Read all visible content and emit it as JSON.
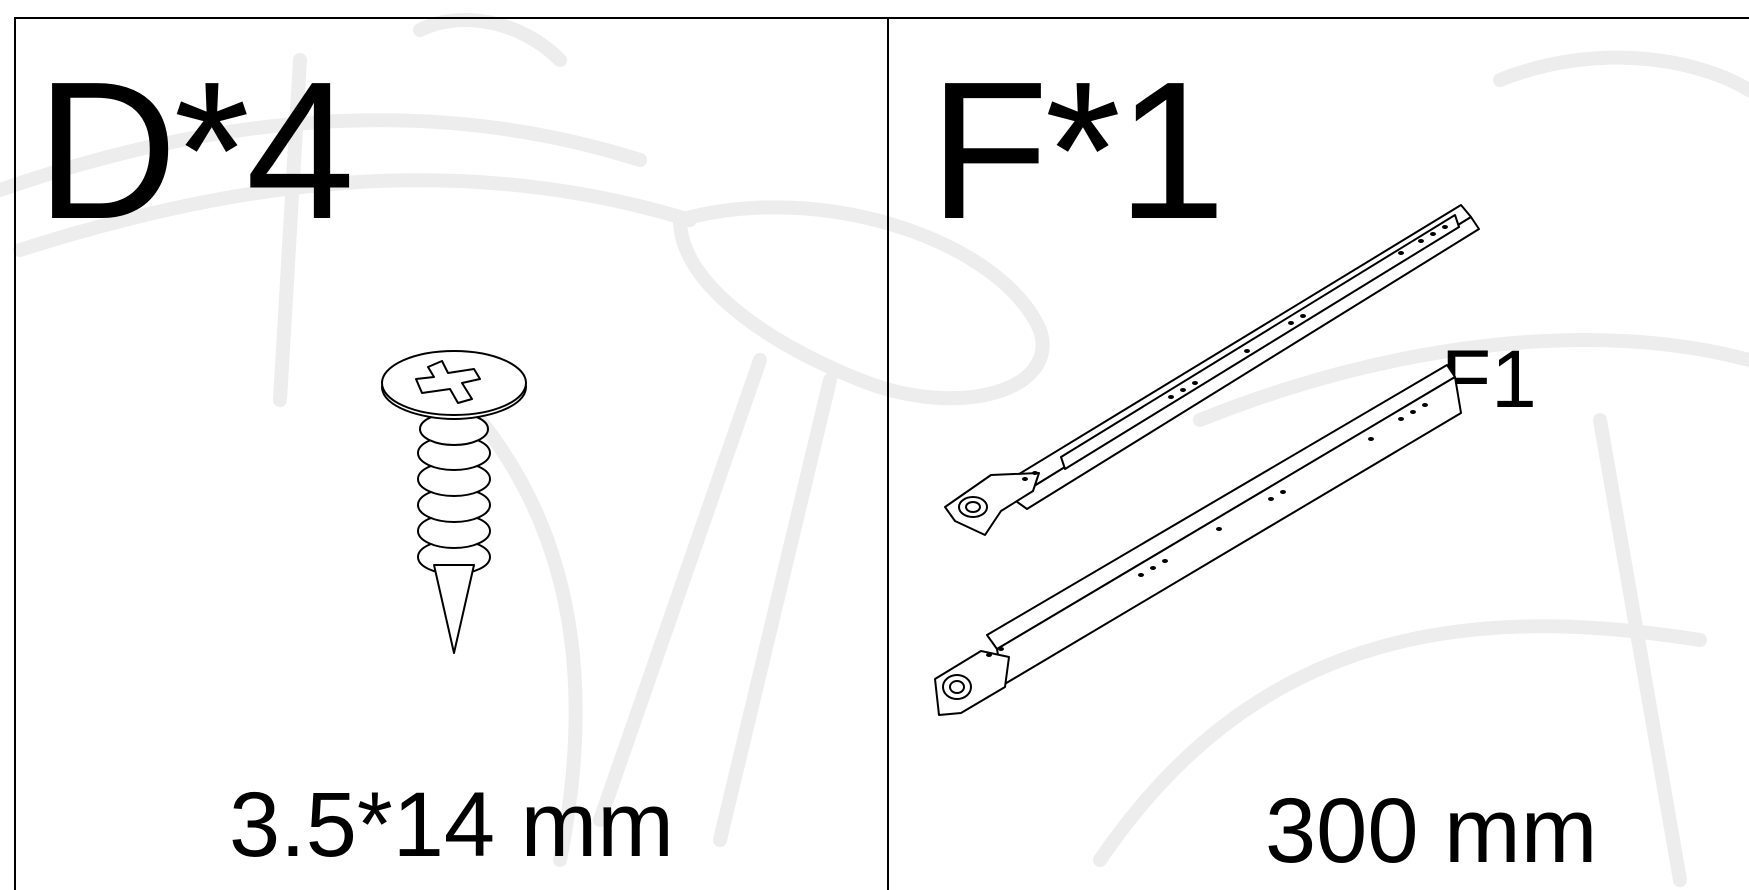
{
  "panels": [
    {
      "part_label": "D*4",
      "dimension": "3.5*14 mm",
      "icon": "screw-icon"
    },
    {
      "part_label": "F*1",
      "dimension": "300 mm",
      "sub_label": "F1",
      "icon": "drawer-slide-icon"
    }
  ],
  "colors": {
    "line": "#000000",
    "background": "#ffffff",
    "watermark": "#ededed"
  }
}
